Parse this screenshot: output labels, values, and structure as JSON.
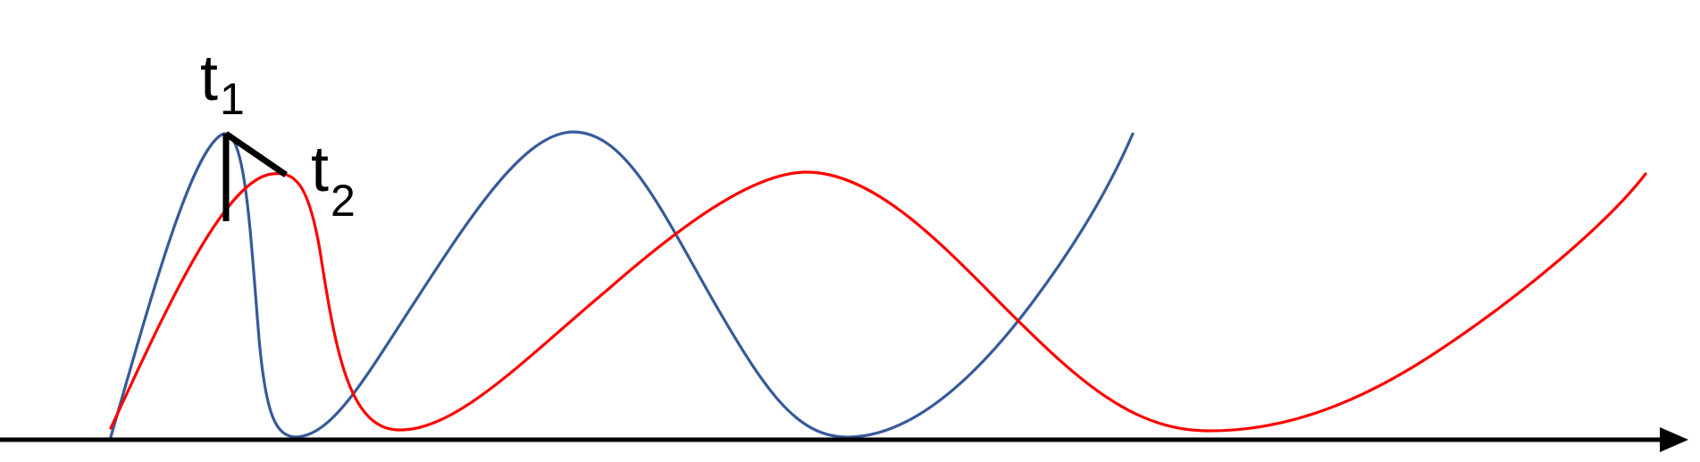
{
  "labels": {
    "t1": {
      "main": "t",
      "sub": "1"
    },
    "t2": {
      "main": "t",
      "sub": "2"
    }
  },
  "colors": {
    "blue_curve": "#365a9a",
    "red_curve": "#ff0000",
    "axis": "#000000",
    "markers": "#000000",
    "background": "#ffffff"
  },
  "elements": {
    "axis": "horizontal-arrow-axis",
    "curves": [
      "blue-wave-curve",
      "red-wave-curve"
    ],
    "markers": [
      "t1-vertical-marker",
      "t1-to-t2-diagonal-marker"
    ]
  }
}
